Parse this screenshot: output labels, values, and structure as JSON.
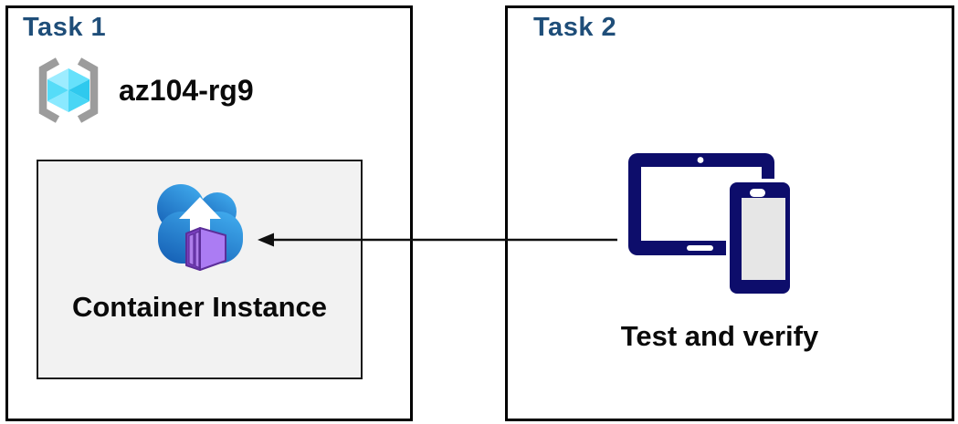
{
  "task1": {
    "title": "Task 1",
    "resource_group": {
      "label": "az104-rg9",
      "icon": "resource-group-icon"
    },
    "container_box": {
      "label": "Container Instance",
      "icon": "container-instances-icon"
    }
  },
  "task2": {
    "title": "Task 2",
    "devices_icon": "tablet-and-phone-icon",
    "label": "Test and verify"
  },
  "connector": {
    "style": "solid-arrow",
    "direction": "task2-devices-to-container-instance"
  },
  "colors": {
    "task_title_blue": "#1F4E79",
    "panel_border": "#000000",
    "container_box_fill": "#F2F2F2",
    "container_box_border": "#1A1A1A",
    "device_navy": "#0D0D6B",
    "device_screen_gray": "#E6E6E6",
    "cloud_blue_top": "#3FA9EC",
    "cloud_blue_bottom": "#1661B6",
    "container_purple_front": "#7A3FBF",
    "container_purple_side": "#AB7CF3",
    "container_purple_panel": "#AE7DEB",
    "container_purple_outline": "#5C2E99",
    "rg_bracket_gray": "#9C9C9C",
    "rg_cube_cyan_light": "#9DECFF",
    "rg_cube_cyan_dark": "#2FC9EE",
    "text_black": "#0A0A0A",
    "arrow_black": "#101010"
  }
}
